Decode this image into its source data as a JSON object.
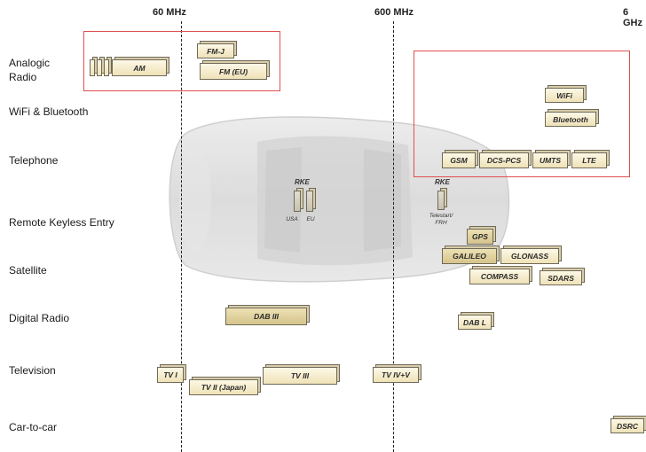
{
  "axis": {
    "f1": "60 MHz",
    "f2": "600 MHz",
    "f3": "6 GHz"
  },
  "categories": {
    "analog": "Analogic",
    "analog2": "Radio",
    "wifi": "WiFi & Bluetooth",
    "telephone": "Telephone",
    "rke": "Remote Keyless Entry",
    "satellite": "Satellite",
    "digital_radio": "Digital Radio",
    "television": "Television",
    "car2car": "Car-to-car"
  },
  "blocks": {
    "am": "AM",
    "fmj": "FM-J",
    "fmeu": "FM (EU)",
    "wifi": "WiFi",
    "bluetooth": "Bluetooth",
    "gsm": "GSM",
    "dcs": "DCS-PCS",
    "umts": "UMTS",
    "lte": "LTE",
    "gps": "GPS",
    "galileo": "GALILEO",
    "glonass": "GLONASS",
    "compass": "COMPASS",
    "sdars": "SDARS",
    "dab3": "DAB III",
    "dabl": "DAB L",
    "tv1": "TV I",
    "tv2": "TV II (Japan)",
    "tv3": "TV III",
    "tv45": "TV IV+V",
    "dsrc": "DSRC"
  },
  "rke": {
    "label_left": "RKE",
    "usa": "USA",
    "eu": "EU",
    "label_right": "RKE",
    "telestart": "Telestart/",
    "frh": "FRH"
  },
  "colors": {
    "block_fill": "#f5ecc8",
    "block_border": "#6f6a58",
    "highlight_box": "#e05050",
    "car": "#d9d9d9"
  }
}
